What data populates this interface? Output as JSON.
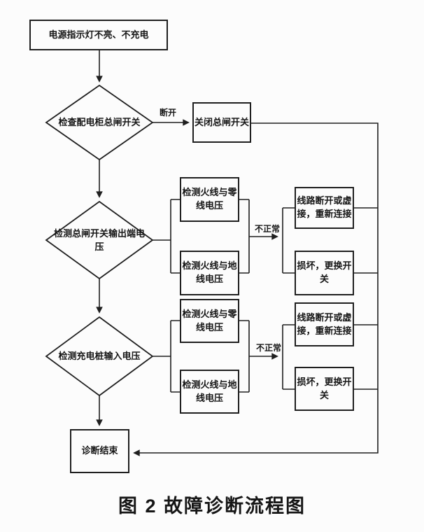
{
  "page": {
    "background": "#fcfcfc",
    "line_color": "#1f1f1f",
    "text_color": "#161616"
  },
  "nodes": {
    "start": "电源指示灯不亮、不充电",
    "decision_main_switch": "检查配电柜总闸开关",
    "close_main_switch": "关闭总闸开关",
    "decision_switch_output": "检测总闸开关输出端电压",
    "g1_live_neutral": "检测火线与零线电压",
    "g1_live_ground": "检测火线与地线电压",
    "g1_reconnect": "线路断开或虚接，重新连接",
    "g1_replace_switch": "损坏，更换开关",
    "decision_pile_input": "检测充电桩输入电压",
    "g2_live_neutral": "检测火线与零线电压",
    "g2_live_ground": "检测火线与地线电压",
    "g2_reconnect": "线路断开或虚接，重新连接",
    "g2_replace_switch": "损坏，更换开关",
    "end": "诊断结束"
  },
  "edge_labels": {
    "disconnected": "断开",
    "abnormal_1": "不正常",
    "abnormal_2": "不正常"
  },
  "caption": "图 2  故障诊断流程图"
}
